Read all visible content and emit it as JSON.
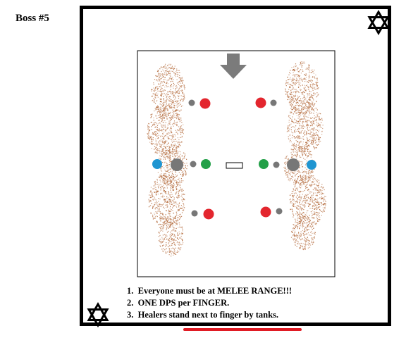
{
  "title": "Boss #5",
  "instructions": [
    "Everyone must be at MELEE RANGE!!!",
    "ONE DPS per FINGER.",
    "Healers stand next to finger by tanks."
  ],
  "colors": {
    "wall": "#000000",
    "arena_border": "#000000",
    "boss_finger": "#777777",
    "dps_marker": "#e3262e",
    "healer_marker": "#23a048",
    "tank_marker": "#1f95d1",
    "dust_zone": "#b3693a",
    "exit_marker": "#e01b24"
  },
  "icons": [
    "star-of-david-icon",
    "down-arrow-icon"
  ]
}
